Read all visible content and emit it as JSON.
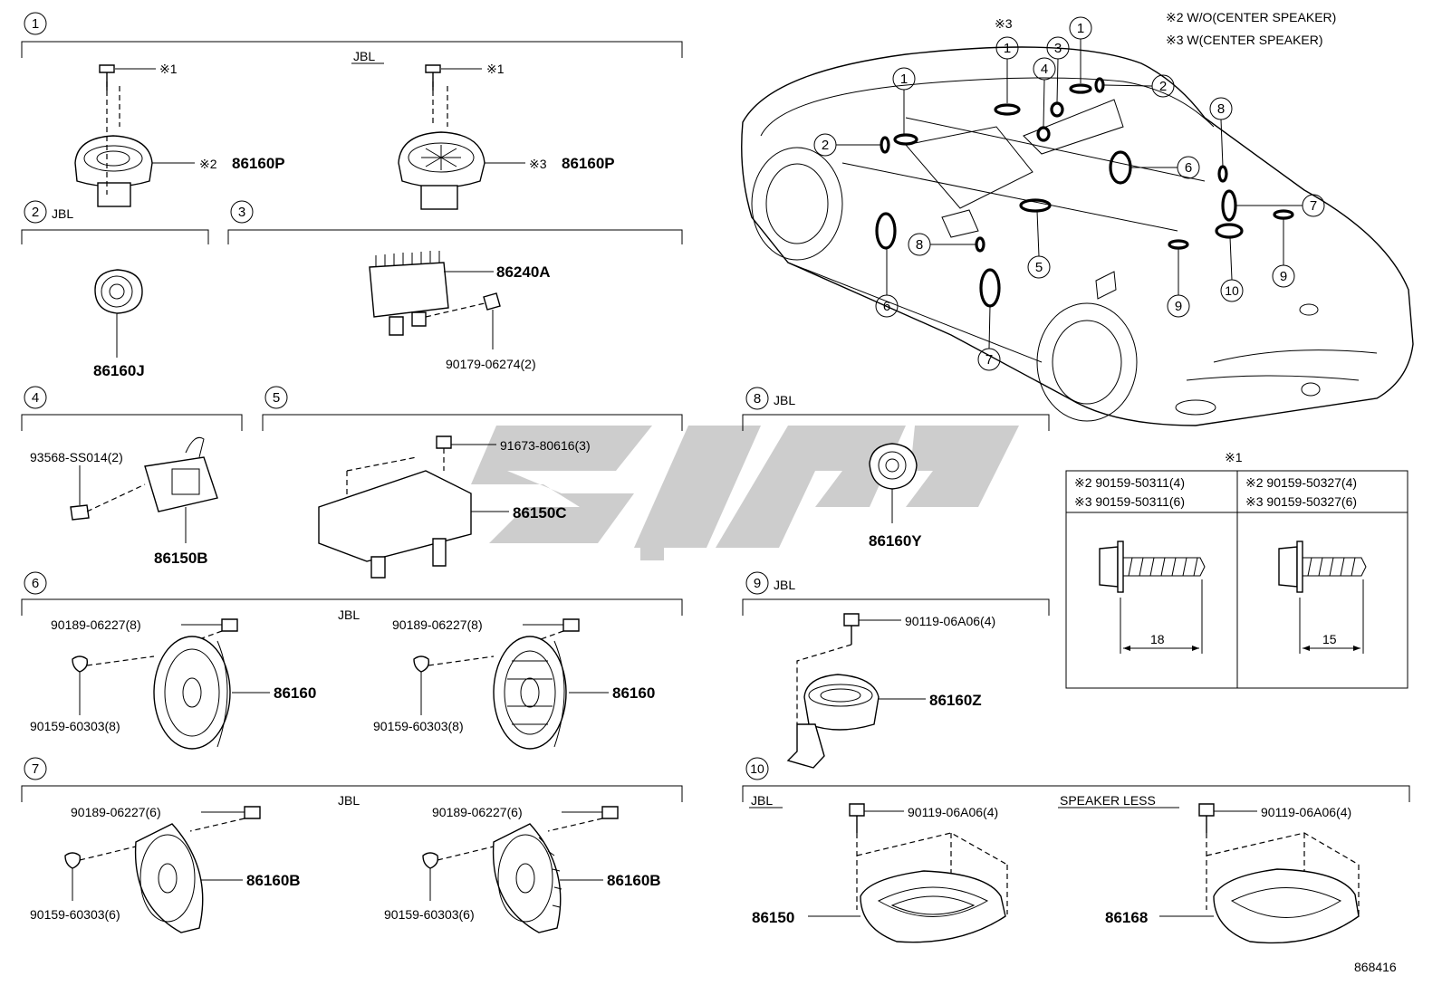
{
  "notes": {
    "note2": "※2  W/O(CENTER SPEAKER)",
    "note3": "※3  W(CENTER SPEAKER)"
  },
  "sections": {
    "s1": {
      "marker": "1",
      "variant": "JBL",
      "star": "※1",
      "left_label": "86160P",
      "left_tag": "※2",
      "right_label": "86160P",
      "right_tag": "※3"
    },
    "s2": {
      "marker": "2",
      "variant": "JBL",
      "part": "86160J"
    },
    "s3": {
      "marker": "3",
      "part": "86240A",
      "nut": "90179-06274(2)"
    },
    "s4": {
      "marker": "4",
      "bolt": "93568-SS014(2)",
      "part": "86150B"
    },
    "s5": {
      "marker": "5",
      "bolt": "91673-80616(3)",
      "part": "86150C"
    },
    "s6": {
      "marker": "6",
      "variant": "JBL",
      "left_clip": "90189-06227(8)",
      "left_screw": "90159-60303(8)",
      "left_part": "86160",
      "right_clip": "90189-06227(8)",
      "right_screw": "90159-60303(8)",
      "right_part": "86160"
    },
    "s7": {
      "marker": "7",
      "variant": "JBL",
      "left_clip": "90189-06227(6)",
      "left_screw": "90159-60303(6)",
      "left_part": "86160B",
      "right_clip": "90189-06227(6)",
      "right_screw": "90159-60303(6)",
      "right_part": "86160B"
    },
    "s8": {
      "marker": "8",
      "variant": "JBL",
      "part": "86160Y"
    },
    "s9": {
      "marker": "9",
      "variant": "JBL",
      "bolt": "90119-06A06(4)",
      "part": "86160Z"
    },
    "s10": {
      "marker": "10",
      "variant_left": "JBL",
      "variant_right": "SPEAKER LESS",
      "left_bolt": "90119-06A06(4)",
      "left_part": "86150",
      "right_bolt": "90119-06A06(4)",
      "right_part": "86168"
    }
  },
  "car_callouts": {
    "star3": "※3",
    "markers": [
      "1",
      "1",
      "1",
      "2",
      "2",
      "3",
      "4",
      "5",
      "6",
      "6",
      "7",
      "7",
      "8",
      "8",
      "9",
      "9",
      "10"
    ]
  },
  "screw_table": {
    "title": "※1",
    "left": {
      "row1": "※2 90159-50311(4)",
      "row2": "※3 90159-50311(6)",
      "length": "18"
    },
    "right": {
      "row1": "※2 90159-50327(4)",
      "row2": "※3 90159-50327(6)",
      "length": "15"
    }
  },
  "diagram_id": "868416"
}
